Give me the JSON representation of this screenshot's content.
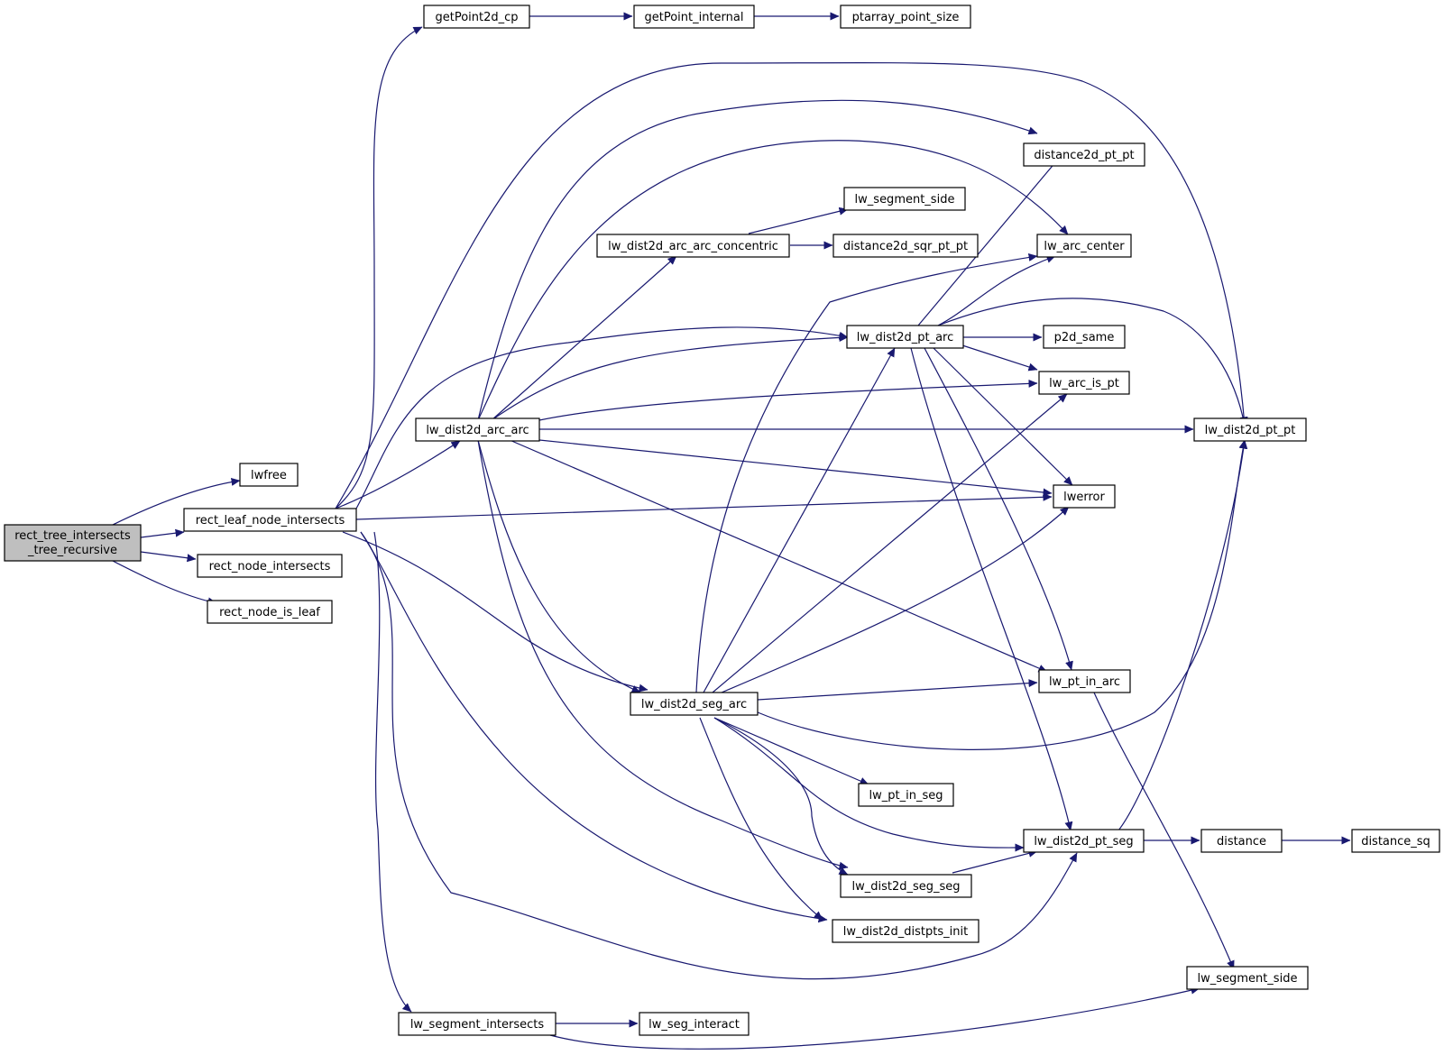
{
  "title": "",
  "colors": {
    "edge": "#191970",
    "root_fill": "#bfbfbf",
    "node_fill": "#ffffff",
    "node_border": "#000000"
  },
  "nodes": {
    "root": [
      "rect_tree_intersects",
      "_tree_recursive"
    ],
    "lwfree": "lwfree",
    "rect_leaf_node_intersects": "rect_leaf_node_intersects",
    "rect_node_intersects": "rect_node_intersects",
    "rect_node_is_leaf": "rect_node_is_leaf",
    "getPoint2d_cp": "getPoint2d_cp",
    "getPoint_internal": "getPoint_internal",
    "ptarray_point_size": "ptarray_point_size",
    "distance2d_pt_pt": "distance2d_pt_pt",
    "lw_segment_side_top": "lw_segment_side",
    "lw_dist2d_arc_arc_concentric": "lw_dist2d_arc_arc_concentric",
    "distance2d_sqr_pt_pt": "distance2d_sqr_pt_pt",
    "lw_arc_center": "lw_arc_center",
    "lw_dist2d_pt_arc": "lw_dist2d_pt_arc",
    "p2d_same": "p2d_same",
    "lw_arc_is_pt": "lw_arc_is_pt",
    "lw_dist2d_arc_arc": "lw_dist2d_arc_arc",
    "lw_dist2d_pt_pt": "lw_dist2d_pt_pt",
    "lwerror": "lwerror",
    "lw_pt_in_arc": "lw_pt_in_arc",
    "lw_dist2d_seg_arc": "lw_dist2d_seg_arc",
    "lw_pt_in_seg": "lw_pt_in_seg",
    "lw_dist2d_pt_seg": "lw_dist2d_pt_seg",
    "distance": "distance",
    "distance_sq": "distance_sq",
    "lw_dist2d_seg_seg": "lw_dist2d_seg_seg",
    "lw_dist2d_distpts_init": "lw_dist2d_distpts_init",
    "lw_segment_side_bottom": "lw_segment_side",
    "lw_segment_intersects": "lw_segment_intersects",
    "lw_seg_interact": "lw_seg_interact"
  }
}
